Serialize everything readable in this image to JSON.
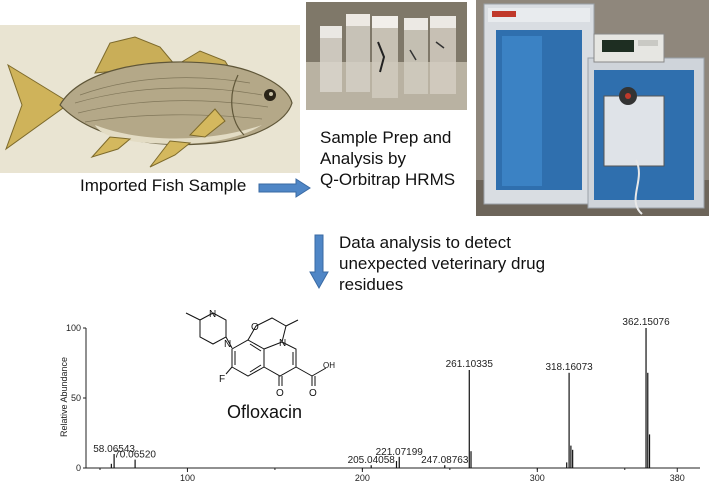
{
  "captions": {
    "fish_sample": "Imported Fish Sample",
    "sample_prep": "Sample Prep and\nAnalysis by\nQ-Orbitrap HRMS",
    "data_analysis": "Data analysis to detect\nunexpected veterinary drug\nresidues"
  },
  "molecule": {
    "name": "Ofloxacin",
    "atoms": {
      "n1": "N",
      "n2": "N",
      "n3": "N",
      "o1": "O",
      "o2": "O",
      "o3": "O",
      "oh": "OH",
      "f": "F"
    }
  },
  "chart_data": {
    "type": "bar",
    "ylabel": "Relative Abundance",
    "xlim": [
      42,
      393
    ],
    "ylim": [
      0,
      100
    ],
    "x_ticks": [
      "100",
      "200",
      "300",
      "380"
    ],
    "y_ticks": [
      "100",
      "50",
      "0"
    ],
    "peaks": [
      {
        "mz": 58.06543,
        "intensity": 10,
        "label": "58.06543"
      },
      {
        "mz": 56.5,
        "intensity": 3,
        "label": ""
      },
      {
        "mz": 70.0652,
        "intensity": 6,
        "label": "70.06520"
      },
      {
        "mz": 205.04058,
        "intensity": 2,
        "label": "205.04058"
      },
      {
        "mz": 221.07199,
        "intensity": 8,
        "label": "221.07199"
      },
      {
        "mz": 219.5,
        "intensity": 5,
        "label": ""
      },
      {
        "mz": 247.08763,
        "intensity": 2,
        "label": "247.08763"
      },
      {
        "mz": 261.10335,
        "intensity": 70,
        "label": "261.10335"
      },
      {
        "mz": 262.1,
        "intensity": 12,
        "label": ""
      },
      {
        "mz": 318.16073,
        "intensity": 68,
        "label": "318.16073"
      },
      {
        "mz": 319.2,
        "intensity": 16,
        "label": ""
      },
      {
        "mz": 320.2,
        "intensity": 13,
        "label": ""
      },
      {
        "mz": 316.8,
        "intensity": 4,
        "label": ""
      },
      {
        "mz": 362.15076,
        "intensity": 100,
        "label": "362.15076"
      },
      {
        "mz": 363.15,
        "intensity": 68,
        "label": ""
      },
      {
        "mz": 364.15,
        "intensity": 24,
        "label": ""
      }
    ]
  }
}
